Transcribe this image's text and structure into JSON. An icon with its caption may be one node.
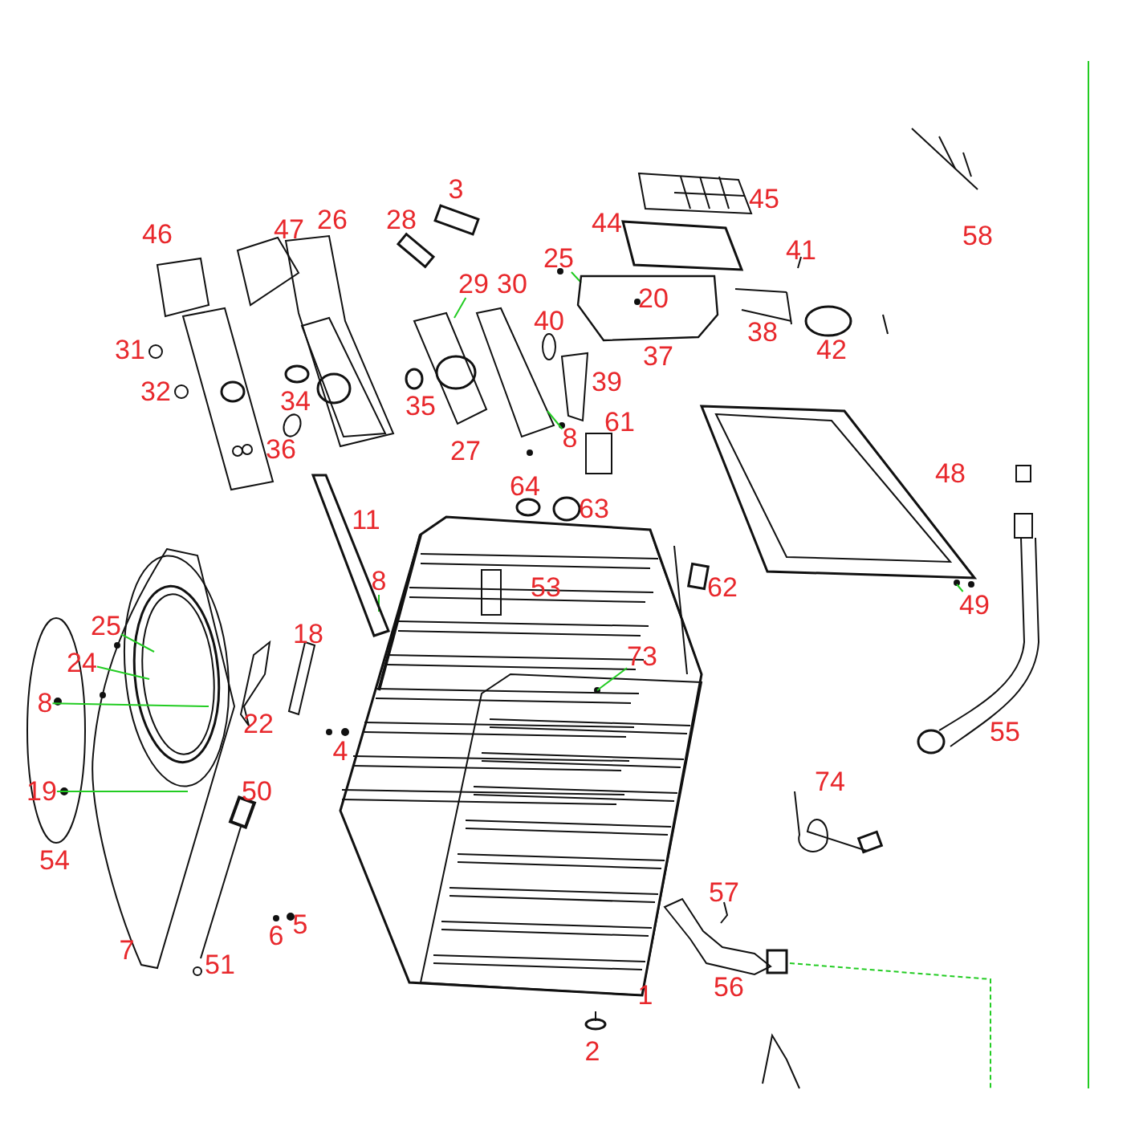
{
  "diagram": {
    "nodes": [
      {
        "text": [
          "29"
        ]
      },
      {
        "text": [
          "25"
        ]
      },
      {
        "text": [
          "8"
        ]
      },
      {
        "text": [
          "8"
        ]
      },
      {
        "text": [
          "73"
        ]
      },
      {
        "text": [
          "49"
        ]
      },
      {
        "text": [
          "25"
        ]
      },
      {
        "text": [
          "24"
        ]
      },
      {
        "text": [
          "8"
        ]
      },
      {
        "text": [
          "19"
        ]
      },
      {
        "text": [],
        "shape": "box",
        "beside": [
          "37"
        ]
      },
      {
        "text": [],
        "shape": "bar"
      }
    ],
    "edges": [
      {
        "from": 0,
        "to": null,
        "arrow": "none"
      },
      {
        "from": 1,
        "to": 10,
        "arrow": "none"
      },
      {
        "from": 2,
        "to": null,
        "arrow": "none"
      },
      {
        "from": 3,
        "to": 11,
        "arrow": "none"
      },
      {
        "from": 4,
        "to": null,
        "arrow": "none"
      },
      {
        "from": 5,
        "to": null,
        "arrow": "none"
      },
      {
        "from": 6,
        "to": null,
        "arrow": "none"
      },
      {
        "from": 7,
        "to": null,
        "arrow": "none"
      },
      {
        "from": 8,
        "to": null,
        "arrow": "none"
      },
      {
        "from": 9,
        "to": null,
        "arrow": "none"
      }
    ],
    "labels": [
      "3",
      "28",
      "45",
      "46",
      "47",
      "26",
      "44",
      "58",
      "41",
      "30",
      "20",
      "40",
      "38",
      "31",
      "42",
      "39",
      "32",
      "34",
      "35",
      "61",
      "36",
      "27",
      "48",
      "64",
      "63",
      "11",
      "53",
      "62",
      "18",
      "22",
      "4",
      "50",
      "74",
      "54",
      "55",
      "57",
      "5",
      "6",
      "7",
      "51",
      "1",
      "56",
      "2"
    ]
  }
}
